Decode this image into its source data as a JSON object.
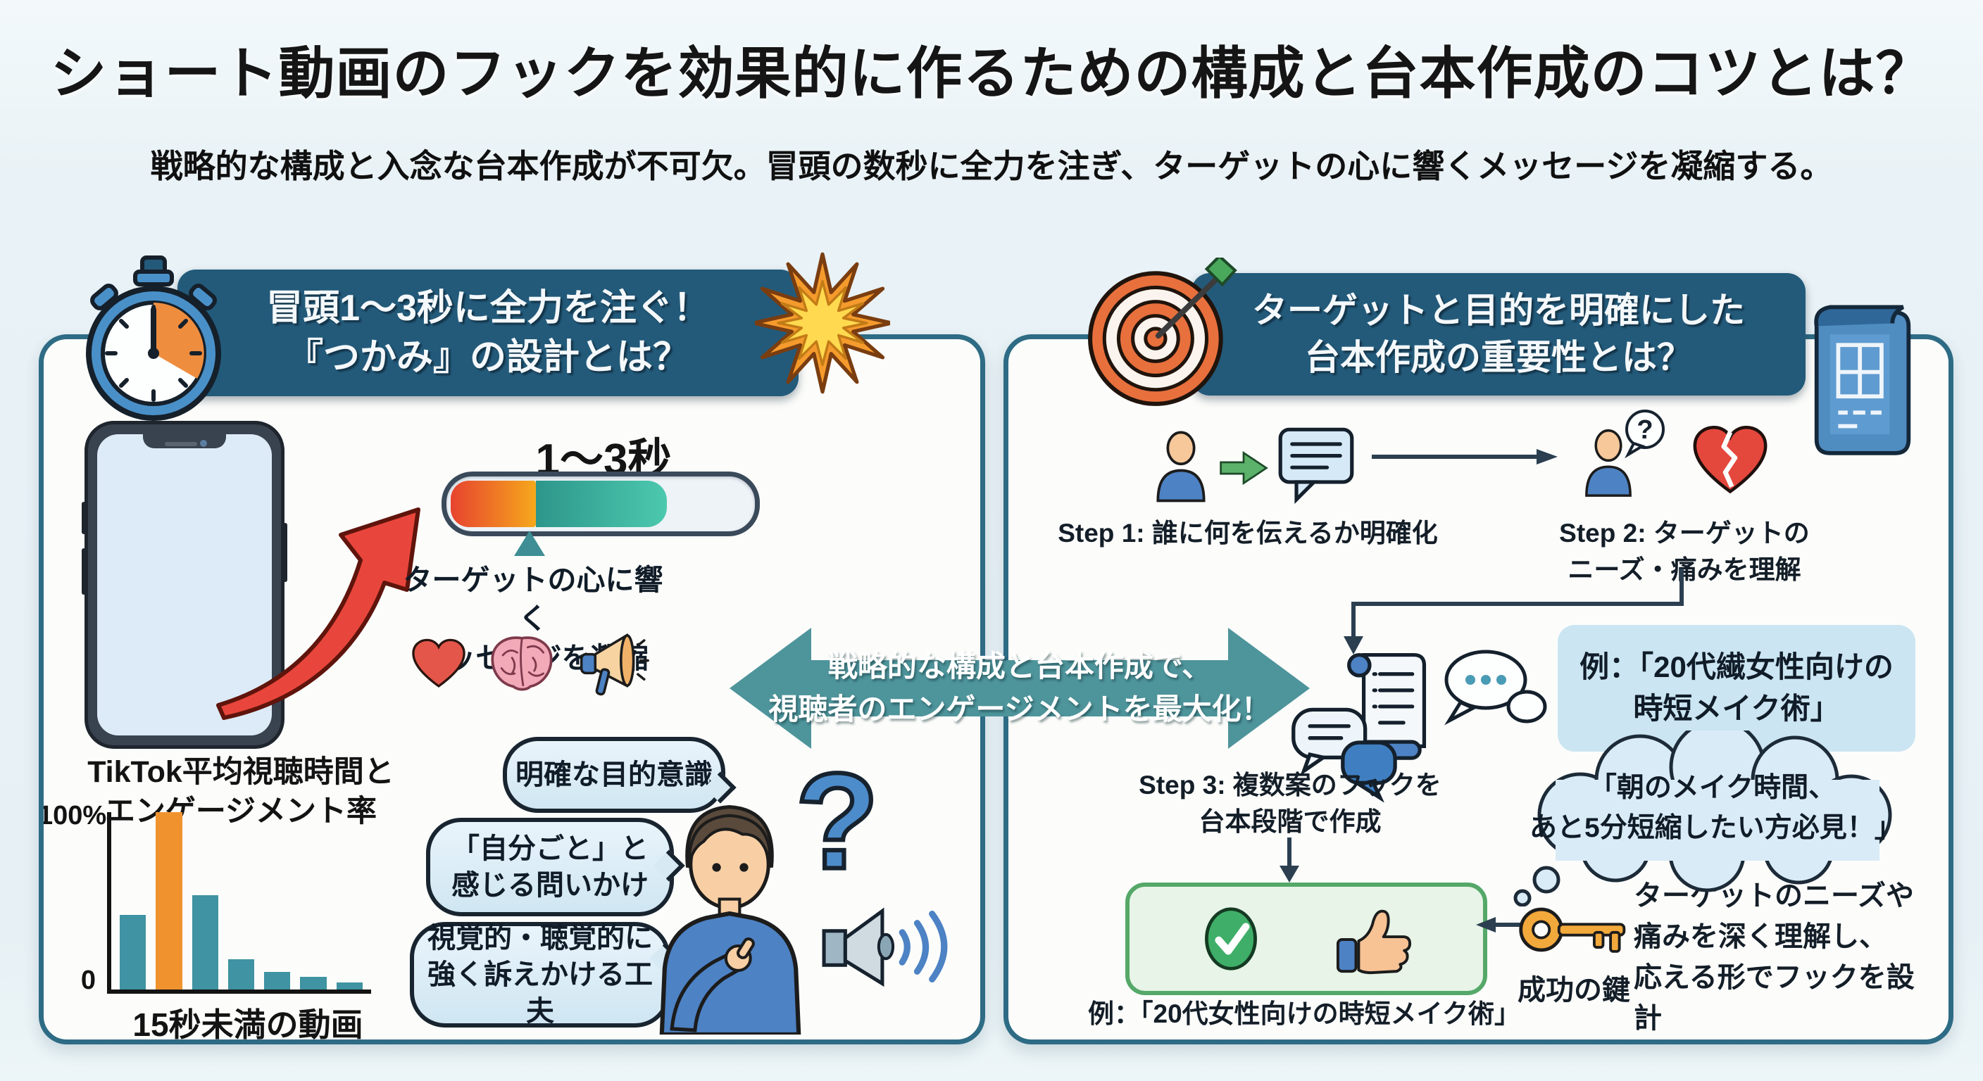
{
  "page": {
    "title": "ショート動画のフックを効果的に作るための構成と台本作成のコツとは？",
    "subtitle": "戦略的な構成と入念な台本作成が不可欠。冒頭の数秒に全力を注ぎ、ターゲットの心に響くメッセージを凝縮する。"
  },
  "left_panel": {
    "header": "冒頭1〜3秒に全力を注ぐ！\n『つかみ』の設計とは？",
    "duration_label": "1〜3秒",
    "pointer_note": "ターゲットの心に響く\nメッセージを凝縮",
    "bubbles": [
      "明確な目的意識",
      "「自分ごと」と\n感じる問いかけ",
      "視覚的・聴覚的に\n強く訴えかける工夫"
    ]
  },
  "center_arrow": {
    "label": "戦略的な構成と台本作成で、\n視聴者のエンゲージメントを最大化！"
  },
  "right_panel": {
    "header": "ターゲットと目的を明確にした\n台本作成の重要性とは？",
    "step1_label": "Step 1: 誰に何を伝えるか明確化",
    "step2_label": "Step 2: ターゲットの\nニーズ・痛みを理解",
    "step3_label": "Step 3: 複数案のフックを\n台本段階で作成",
    "example_box": "例：「20代繊女性向けの\n時短メイク術」",
    "thought_cloud": "「朝のメイク時間、\nあと5分短縮したい方必見！」",
    "example_caption": "例：「20代女性向けの時短メイク術」",
    "key_label": "成功の鍵",
    "key_note": "ターゲットのニーズや\n痛みを深く理解し、\n応える形でフックを設計"
  },
  "chart_data": {
    "type": "bar",
    "title": "TikTok平均視聴時間と\nエンゲージメント率",
    "categories": [],
    "values": [
      42,
      100,
      53,
      17,
      10,
      7,
      4
    ],
    "highlight_index": 1,
    "bar_color": "#3f93a2",
    "highlight_color": "#f0932f",
    "xlabel": "15秒未満の動画",
    "y_top_label": "100%",
    "y_bottom_label": "0",
    "ylim": [
      0,
      100
    ],
    "grid": false,
    "legend": false
  },
  "glyphs": {
    "question_mark": "?"
  },
  "colors": {
    "background": "#e9f2f6",
    "panel_border": "#2e6b85",
    "banner": "#235a7a",
    "center_arrow": "#4e949b",
    "accent_red": "#e8463c",
    "accent_orange": "#f0932f",
    "accent_teal": "#3f93a2",
    "bubble_bg": "#dceef7",
    "green_box_border": "#55a868",
    "key_gold": "#f2a93b"
  },
  "icons": [
    "stopwatch-icon",
    "starburst-icon",
    "smartphone-icon",
    "red-curved-arrow-icon",
    "heart-icon",
    "brain-icon",
    "megaphone-icon",
    "question-mark-icon",
    "speaker-icon",
    "person-illustration",
    "target-icon",
    "blueprint-icon",
    "user-icon",
    "green-arrow-icon",
    "message-icon",
    "broken-heart-icon",
    "script-scroll-icon",
    "chat-dots-icon",
    "chat-pair-icon",
    "check-circle-icon",
    "thumbs-up-icon",
    "key-icon"
  ]
}
